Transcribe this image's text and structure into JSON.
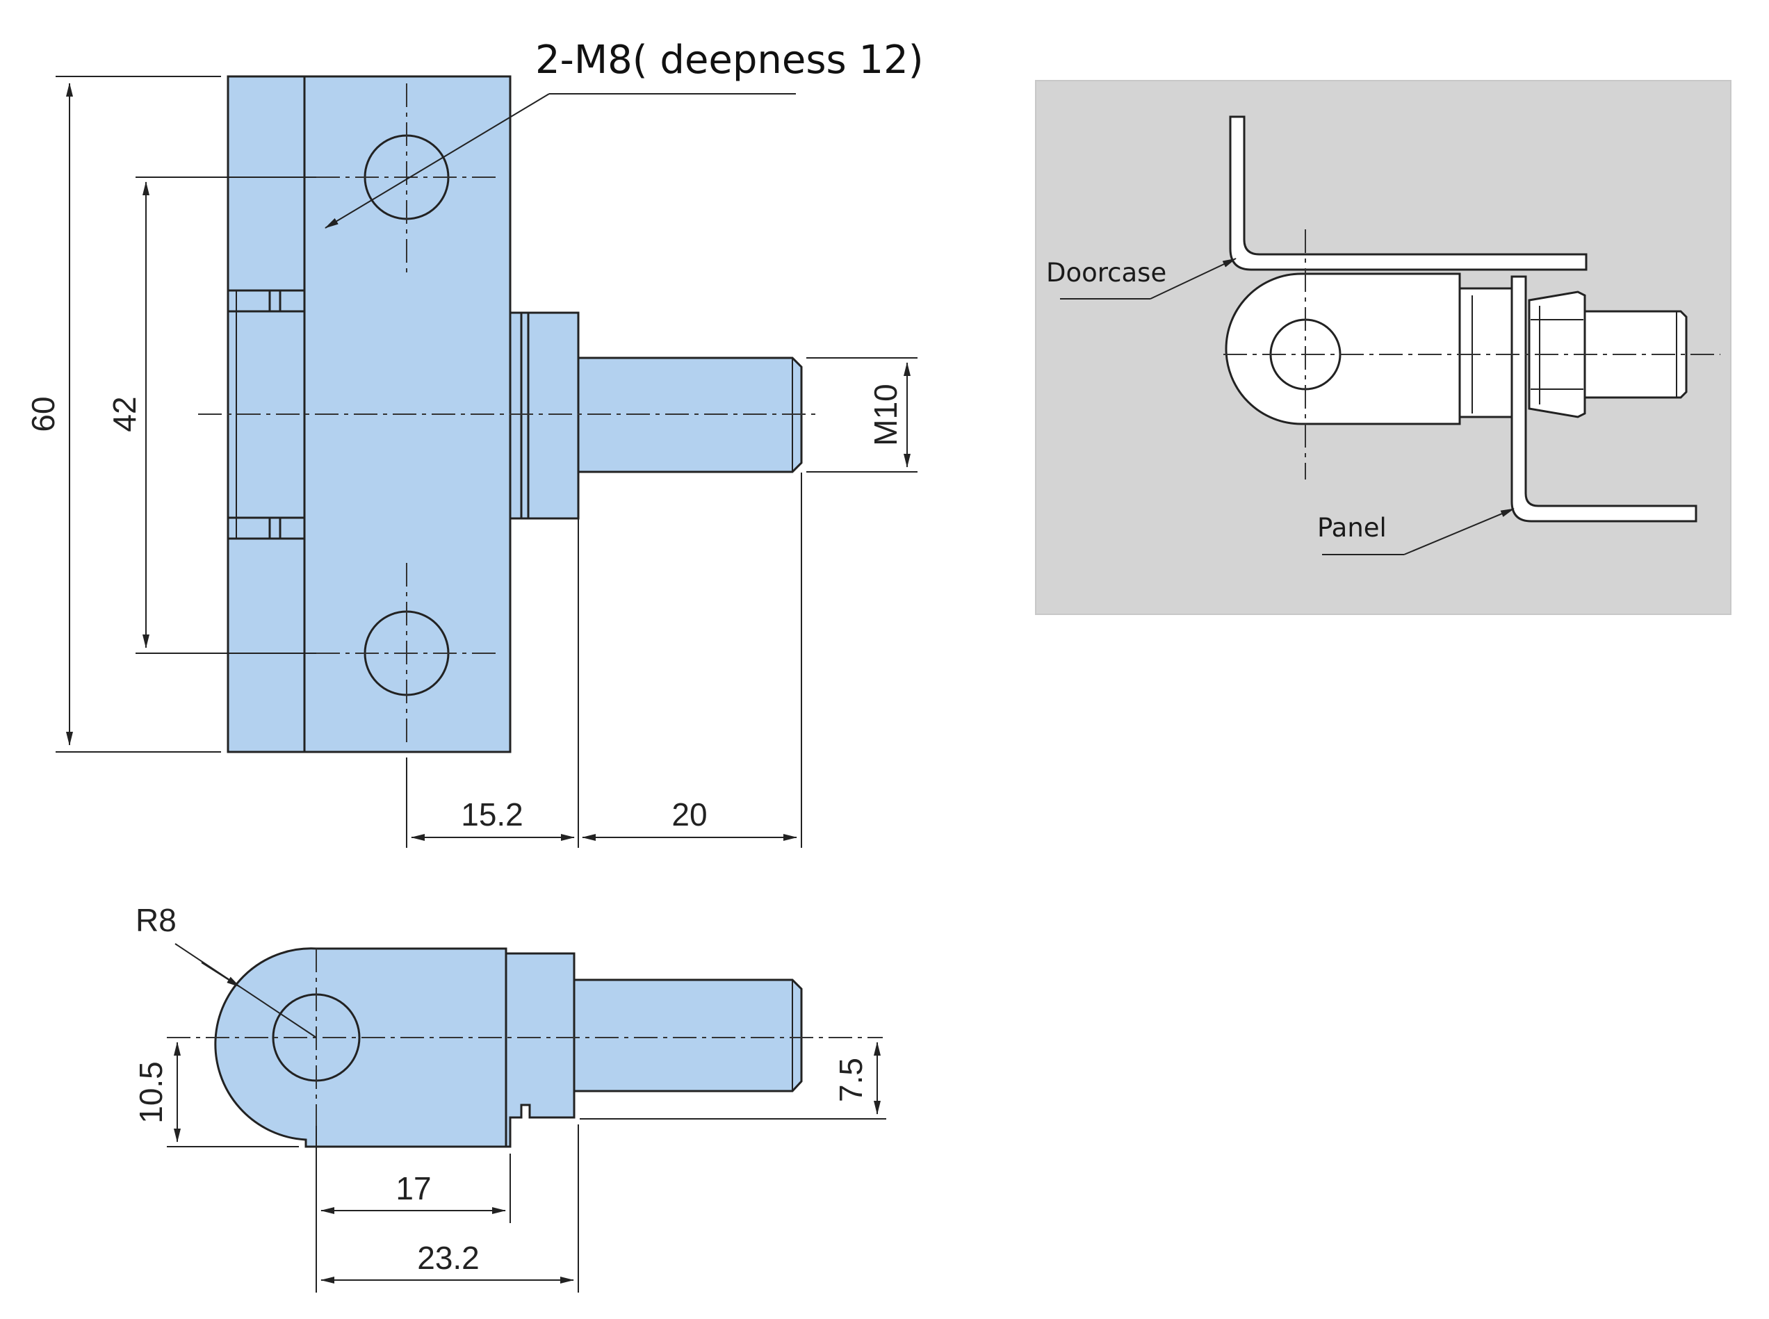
{
  "front_view": {
    "thread_callout": "2-M8( deepness 12)",
    "dim_height": "60",
    "dim_hole_spacing": "42",
    "dim_thread": "M10",
    "dim_offset": "15.2",
    "dim_shaft_length": "20"
  },
  "side_view": {
    "dim_radius": "R8",
    "dim_lower_height": "10.5",
    "dim_shaft_height": "7.5",
    "dim_width_17": "17",
    "dim_width_23": "23.2"
  },
  "assembly_inset": {
    "label_doorcase": "Doorcase",
    "label_panel": "Panel"
  },
  "colors": {
    "part_fill": "#b3d1ef",
    "inset_background": "#d4d4d4"
  }
}
